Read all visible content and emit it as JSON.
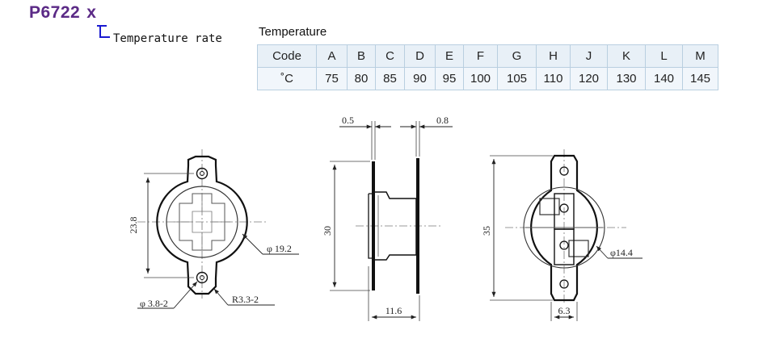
{
  "header": {
    "part_number": "P6722",
    "suffix": "x",
    "rate_label": "Temperature rate"
  },
  "temperature_table": {
    "title": "Temperature",
    "code_header": "Code",
    "unit_header": "˚C",
    "codes": [
      "A",
      "B",
      "C",
      "D",
      "E",
      "F",
      "G",
      "H",
      "J",
      "K",
      "L",
      "M"
    ],
    "values": [
      "75",
      "80",
      "85",
      "90",
      "95",
      "100",
      "105",
      "110",
      "120",
      "130",
      "140",
      "145"
    ]
  },
  "dimensions": {
    "front_height": "23.8",
    "front_diameter": "φ 19.2",
    "hole_diameter": "φ 3.8-2",
    "corner_radius": "R3.3-2",
    "side_top_left": "0.5",
    "side_top_right": "0.8",
    "side_height": "30",
    "side_width": "11.6",
    "back_height": "35",
    "back_diameter": "φ14.4",
    "back_width": "6.3"
  }
}
